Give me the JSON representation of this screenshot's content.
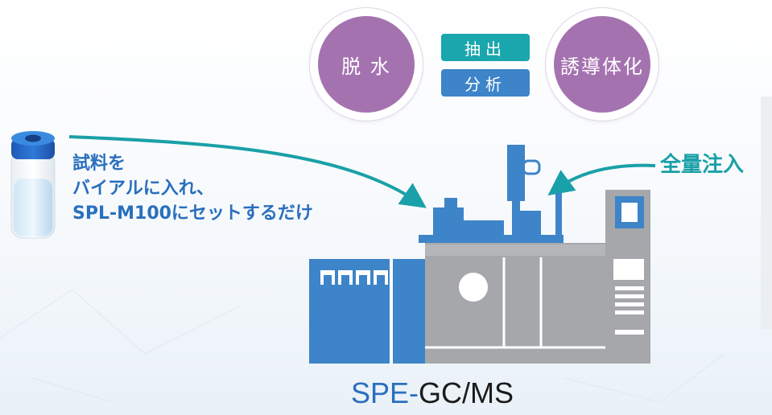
{
  "process": {
    "left_circle": "脱 水",
    "right_circle": "誘導体化",
    "tag_top": "抽出",
    "tag_bottom": "分析"
  },
  "caption": {
    "line1": "試料を",
    "line2": "バイアルに入れ、",
    "line3": "SPL-M100にセットするだけ"
  },
  "injection_label": "全量注入",
  "system_name": {
    "prefix": "SPE-",
    "suffix": "GC/MS"
  },
  "colors": {
    "circle": "#a572b0",
    "tag_teal": "#1aa6ad",
    "tag_blue": "#3d84c8",
    "text_blue": "#2a6fbe",
    "arrow_teal": "#1aa0a8",
    "instrument_blue": "#3d84c8",
    "instrument_gray": "#a5a7aa"
  }
}
